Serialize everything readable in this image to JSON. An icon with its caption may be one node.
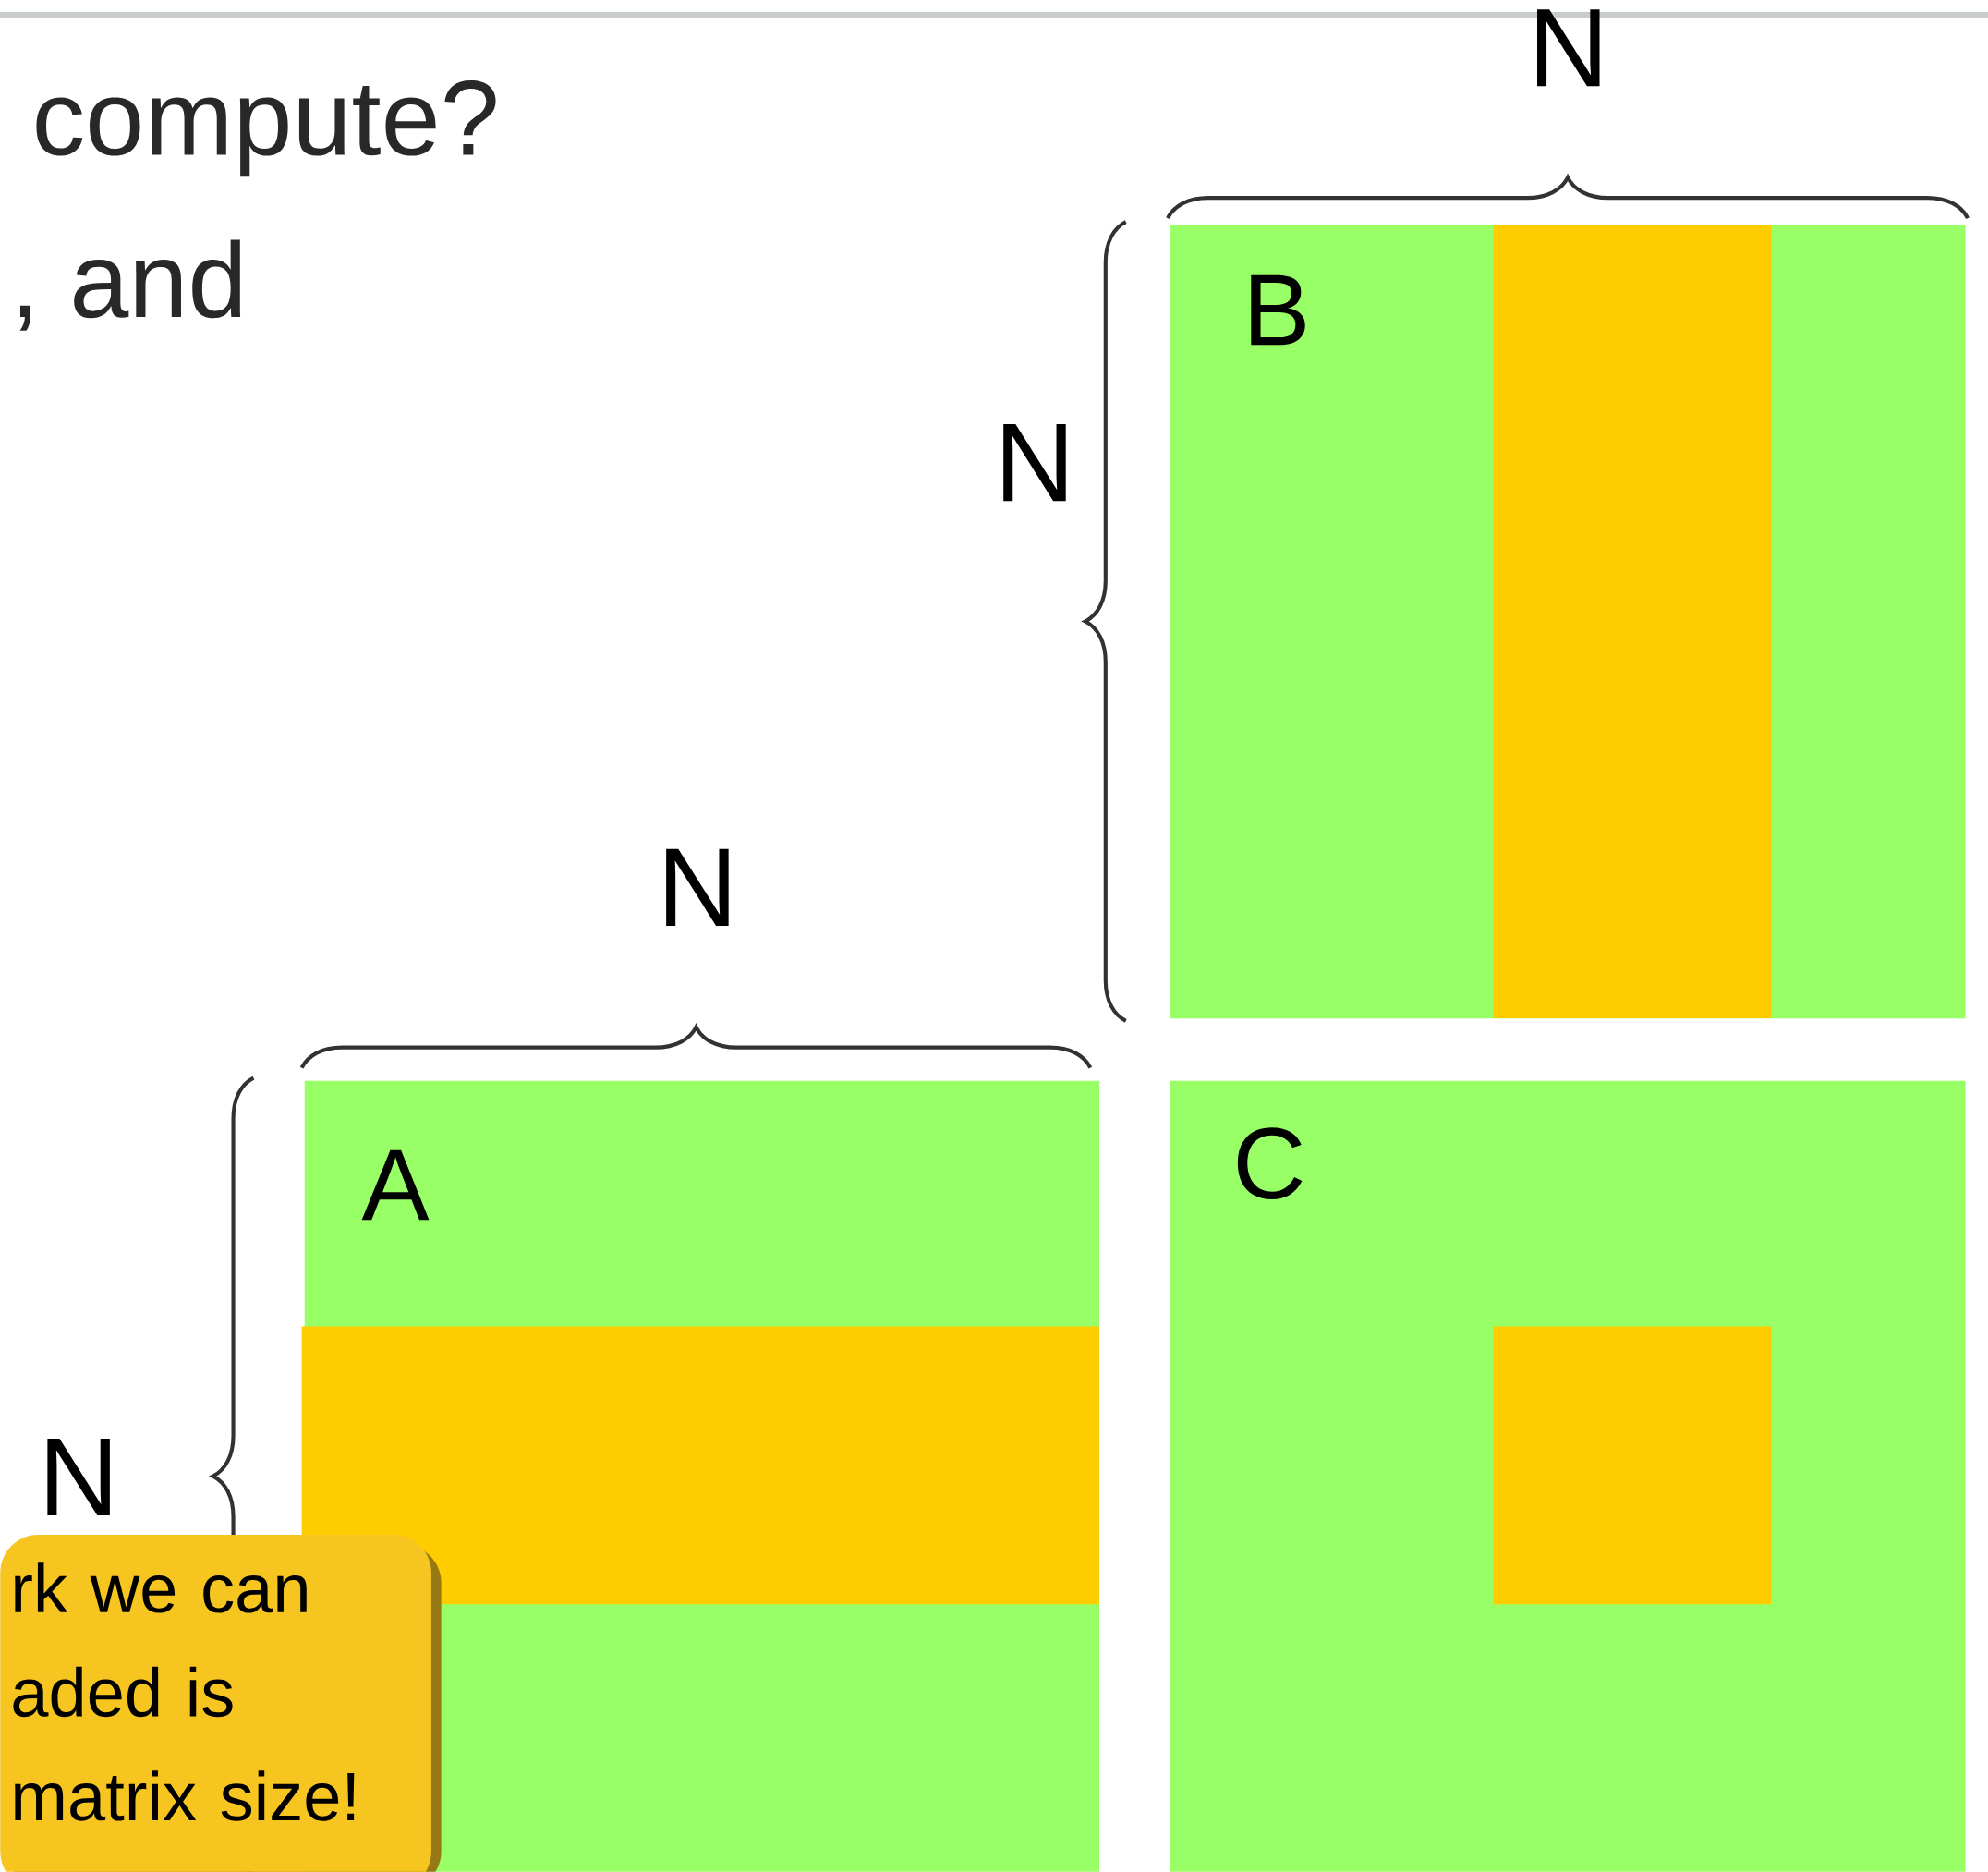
{
  "diagram": {
    "nodes": [
      {
        "text": [
          "B"
        ]
      },
      {
        "text": [
          "A"
        ]
      },
      {
        "text": [
          "C"
        ]
      },
      {
        "text": [
          "rk we can aded is matrix size!"
        ]
      }
    ],
    "labels": [
      "N",
      "compute?",
      ", and",
      "N",
      "N",
      "N"
    ]
  }
}
